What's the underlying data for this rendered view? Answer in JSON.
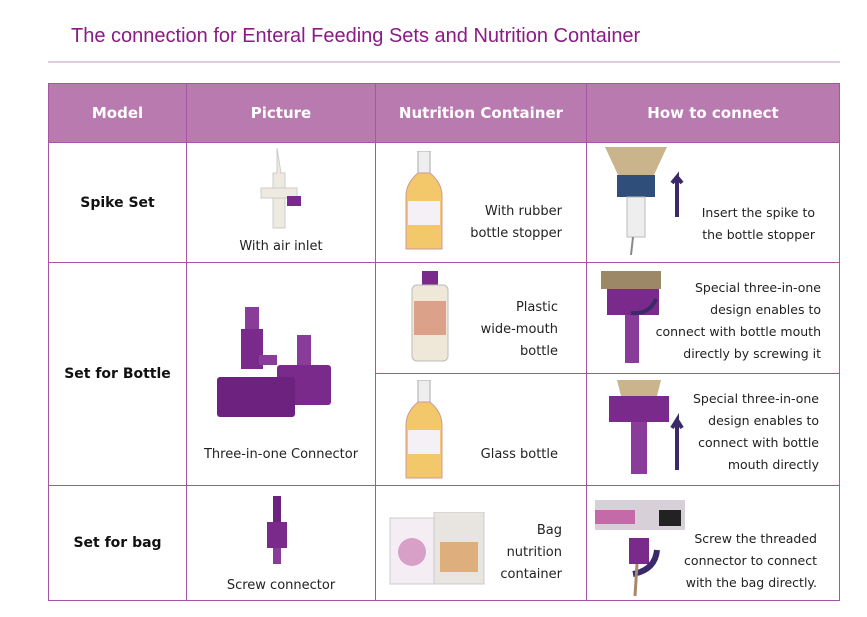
{
  "title": "The connection for Enteral Feeding Sets and Nutrition Container",
  "headers": {
    "model": "Model",
    "picture": "Picture",
    "container": "Nutrition Container",
    "how": "How to connect"
  },
  "rows": {
    "spike": {
      "model": "Spike Set",
      "picture": "With air inlet",
      "container": [
        "With rubber",
        "bottle stopper"
      ],
      "how": [
        "Insert the spike to",
        "the bottle stopper"
      ]
    },
    "bottle": {
      "model": "Set for Bottle",
      "picture": "Three-in-one Connector",
      "container_a": [
        "Plastic",
        "wide-mouth",
        "bottle"
      ],
      "how_a": [
        "Special three-in-one",
        "design enables to",
        "connect with bottle mouth",
        "directly  by screwing it"
      ],
      "container_b": "Glass bottle",
      "how_b": [
        "Special three-in-one",
        "design enables to",
        "connect with bottle",
        "mouth directly"
      ]
    },
    "bag": {
      "model": "Set for bag",
      "picture": "Screw connector",
      "container": [
        "Bag",
        "nutrition",
        "container"
      ],
      "how": [
        "Screw the threaded",
        "connector to connect",
        "with the bag directly."
      ]
    }
  },
  "colors": {
    "accent": "#8a1a85",
    "header_bg": "#b97ab0",
    "border": "#a557a6",
    "purple_part": "#7a2a8a"
  }
}
